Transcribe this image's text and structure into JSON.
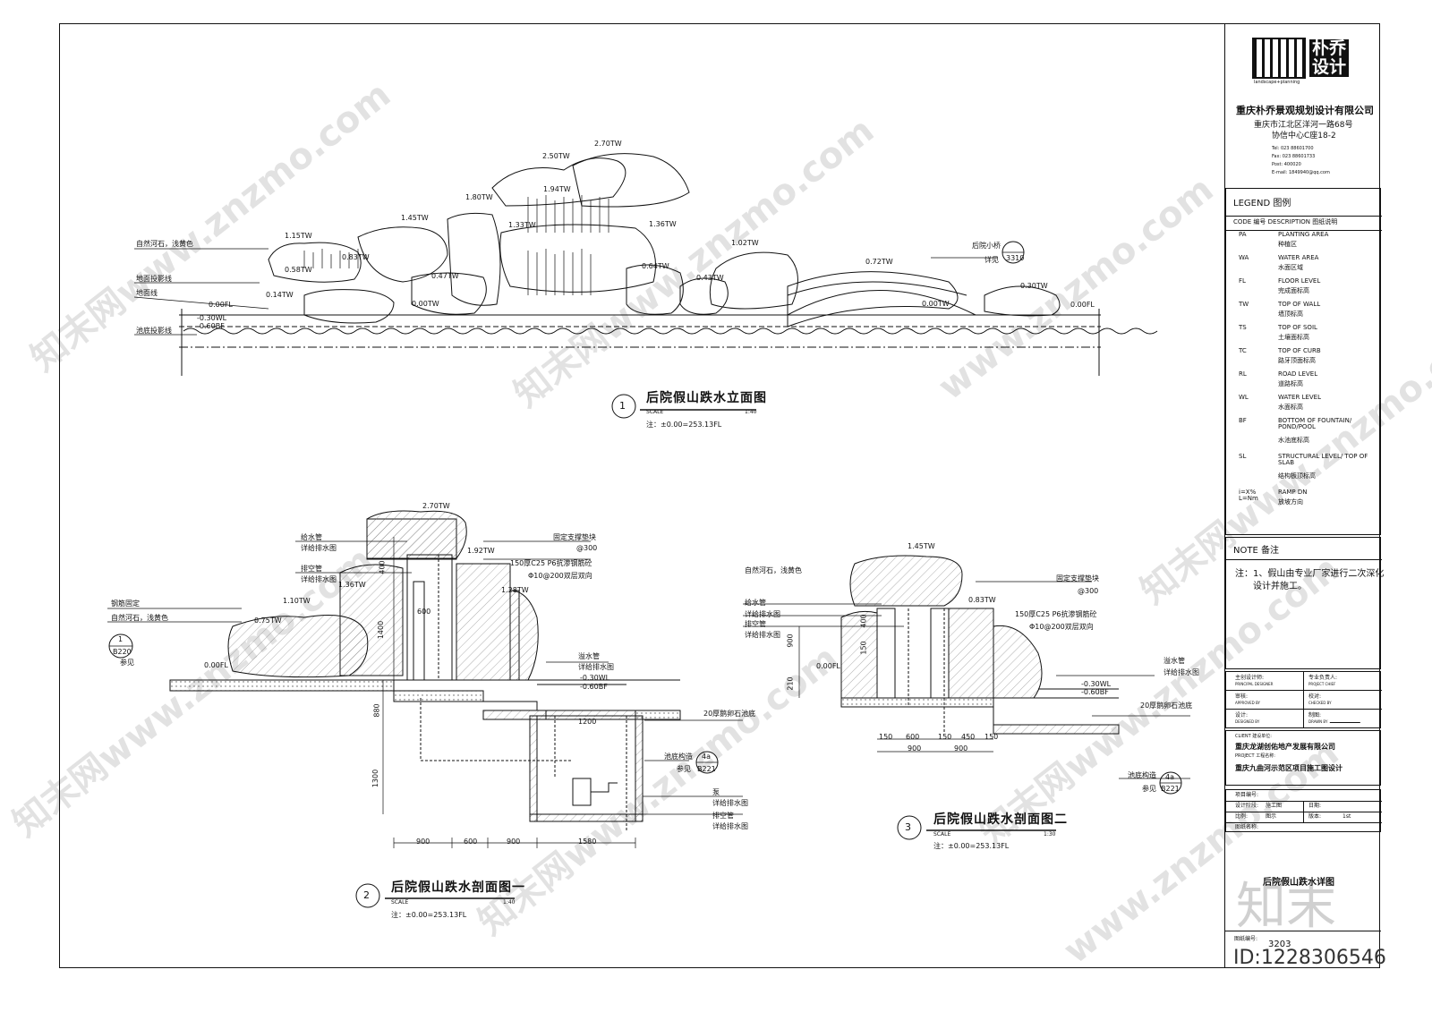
{
  "company": {
    "logo_text": "朴乔设计",
    "logo_sub": "landscape+planning",
    "name": "重庆朴乔景观规划设计有限公司",
    "address_line1": "重庆市江北区洋河一路68号",
    "address_line2": "协信中心C座18-2",
    "tel": "Tel: 023 88601700",
    "fax": "Fax: 023 88601733",
    "post": "Post: 400020",
    "email": "E-mail: 1849940@qq.com"
  },
  "legend": {
    "title": "LEGEND 图例",
    "header": "CODE 编号  DESCRIPTION 图纸说明",
    "items": [
      {
        "code": "PA",
        "en": "PLANTING AREA",
        "cn": "种植区"
      },
      {
        "code": "WA",
        "en": "WATER AREA",
        "cn": "水面区域"
      },
      {
        "code": "FL",
        "en": "FLOOR LEVEL",
        "cn": "完成面标高"
      },
      {
        "code": "TW",
        "en": "TOP OF WALL",
        "cn": "墙顶标高"
      },
      {
        "code": "TS",
        "en": "TOP OF SOIL",
        "cn": "土壤面标高"
      },
      {
        "code": "TC",
        "en": "TOP OF CURB",
        "cn": "路牙顶面标高"
      },
      {
        "code": "RL",
        "en": "ROAD LEVEL",
        "cn": "道路标高"
      },
      {
        "code": "WL",
        "en": "WATER LEVEL",
        "cn": "水面标高"
      },
      {
        "code": "BF",
        "en": "BOTTOM OF FOUNTAIN/ POND/POOL",
        "cn": "水池底标高"
      },
      {
        "code": "SL",
        "en": "STRUCTURAL LEVEL/ TOP OF SLAB",
        "cn": "结构板顶标高"
      },
      {
        "code": "i=X% L=Nm",
        "en": "RAMP DN",
        "cn": "放坡方向"
      }
    ]
  },
  "note": {
    "title": "NOTE 备注",
    "text_line1": "注：1、假山由专业厂家进行二次深化",
    "text_line2": "设计并施工。"
  },
  "signoff": {
    "principal_cn": "主创设计师:",
    "principal_en": "PRINCIPAL DESIGNER",
    "chief_cn": "专业负责人:",
    "chief_en": "PROJECT CHIEF",
    "approved_cn": "审核:",
    "approved_en": "APPROVED BY",
    "checked_cn": "校对:",
    "checked_en": "CHECKED BY",
    "designed_cn": "设计:",
    "designed_en": "DESIGNED BY",
    "drawn_cn": "制图:",
    "drawn_en": "DRAWN BY"
  },
  "client": {
    "client_label": "CLIENT  建设单位:",
    "client_name": "重庆龙湖创佑地产发展有限公司",
    "project_label": "PROJECT  工程名称:",
    "project_name": "重庆九曲河示范区项目施工图设计"
  },
  "meta": {
    "project_no": "项目编号:",
    "stage_label": "设计阶段:",
    "stage_value": "施工图",
    "date_label": "日期:",
    "scale_label": "比例:",
    "scale_value": "图示",
    "version_label": "版本:",
    "version_value": "1st",
    "sheet_title_label": "图纸名称:",
    "sheet_title": "后院假山跌水详图",
    "sheet_no_label": "图纸编号:",
    "sheet_no": "3203",
    "id_text": "ID:1228306546"
  },
  "drawing1": {
    "num": "1",
    "title": "后院假山跌水立面图",
    "scale_label": "SCALE",
    "scale": "1:40",
    "note": "注：±0.00=253.13FL",
    "labels": {
      "stone": "自然河石，浅黄色",
      "ground_proj": "地面投影线",
      "ground": "地面线",
      "pool_proj": "池底投影线",
      "bridge": "后院小桥",
      "ref": "详见",
      "ref_no": "3310"
    },
    "elevations": [
      "2.70TW",
      "2.50TW",
      "1.94TW",
      "1.80TW",
      "1.45TW",
      "1.33TW",
      "1.36TW",
      "1.15TW",
      "1.02TW",
      "0.83TW",
      "0.72TW",
      "0.64TW",
      "0.58TW",
      "0.47TW",
      "0.43TW",
      "0.30TW",
      "0.14TW",
      "0.00FL",
      "0.00TW",
      "0.00TW",
      "0.00FL",
      "-0.30WL",
      "-0.60BF"
    ]
  },
  "drawing2": {
    "num": "2",
    "title": "后院假山跌水剖面图一",
    "scale_label": "SCALE",
    "scale": "1:40",
    "note": "注：±0.00=253.13FL",
    "labels": {
      "supply": "给水管",
      "supply_ref": "详给排水图",
      "vent": "排空管",
      "vent_ref": "详给排水图",
      "fixed": "固定支撑垫块",
      "fixed_at": "@300",
      "concrete": "150厚C25 P6抗渗钢筋砼",
      "rebar": "Φ10@200双层双向",
      "steel": "钢筋固定",
      "stone": "自然河石，浅黄色",
      "ref": "参见",
      "ref_no": "B220",
      "ref_num": "1",
      "overflow": "溢水管",
      "overflow_ref": "详给排水图",
      "gravel": "20厚鹅卵石池底",
      "pool_detail": "池底构造",
      "ref2": "参见",
      "ref2_no": "B221",
      "ref2_num": "4a",
      "pump": "泵",
      "pump_ref": "详给排水图",
      "vent2": "排空管",
      "vent2_ref": "详给排水图"
    },
    "elevations": [
      "2.70TW",
      "1.92TW",
      "1.36TW",
      "1.28TW",
      "1.10TW",
      "0.75TW",
      "0.00FL",
      "-0.30WL",
      "-0.60BF"
    ],
    "dims_bottom": [
      "900",
      "600",
      "900",
      "1580"
    ],
    "dims_misc": [
      "880",
      "1300",
      "1200",
      "400",
      "1400",
      "600"
    ]
  },
  "drawing3": {
    "num": "3",
    "title": "后院假山跌水剖面图二",
    "scale_label": "SCALE",
    "scale": "1:30",
    "note": "注：±0.00=253.13FL",
    "labels": {
      "stone": "自然河石，浅黄色",
      "supply": "给水管",
      "supply_ref": "详给排水图",
      "vent": "排空管",
      "vent_ref": "详给排水图",
      "fixed": "固定支撑垫块",
      "fixed_at": "@300",
      "concrete": "150厚C25 P6抗渗钢筋砼",
      "rebar": "Φ10@200双层双向",
      "overflow": "溢水管",
      "overflow_ref": "详给排水图",
      "gravel": "20厚鹅卵石池底",
      "pool_detail": "池底构造",
      "ref": "参见",
      "ref_no": "B221",
      "ref_num": "4a"
    },
    "elevations": [
      "1.45TW",
      "0.83TW",
      "0.00FL",
      "-0.30WL",
      "-0.60BF"
    ],
    "dims_bottom": [
      "150",
      "600",
      "150",
      "450",
      "150"
    ],
    "dims_bottom2": [
      "900",
      "900"
    ],
    "dims_left": [
      "900",
      "210",
      "400",
      "150"
    ]
  },
  "watermarks": [
    "知末网www.znzmo.com",
    "知末网www.znzmo.com",
    "www.znzmo.com",
    "知末网www.znzmo.com",
    "知末网www.znzmo.com",
    "知末网www.znzmo.com",
    "www.znzmo.com",
    "知末网www.znzmo.com"
  ],
  "watermark_logo": "知末"
}
